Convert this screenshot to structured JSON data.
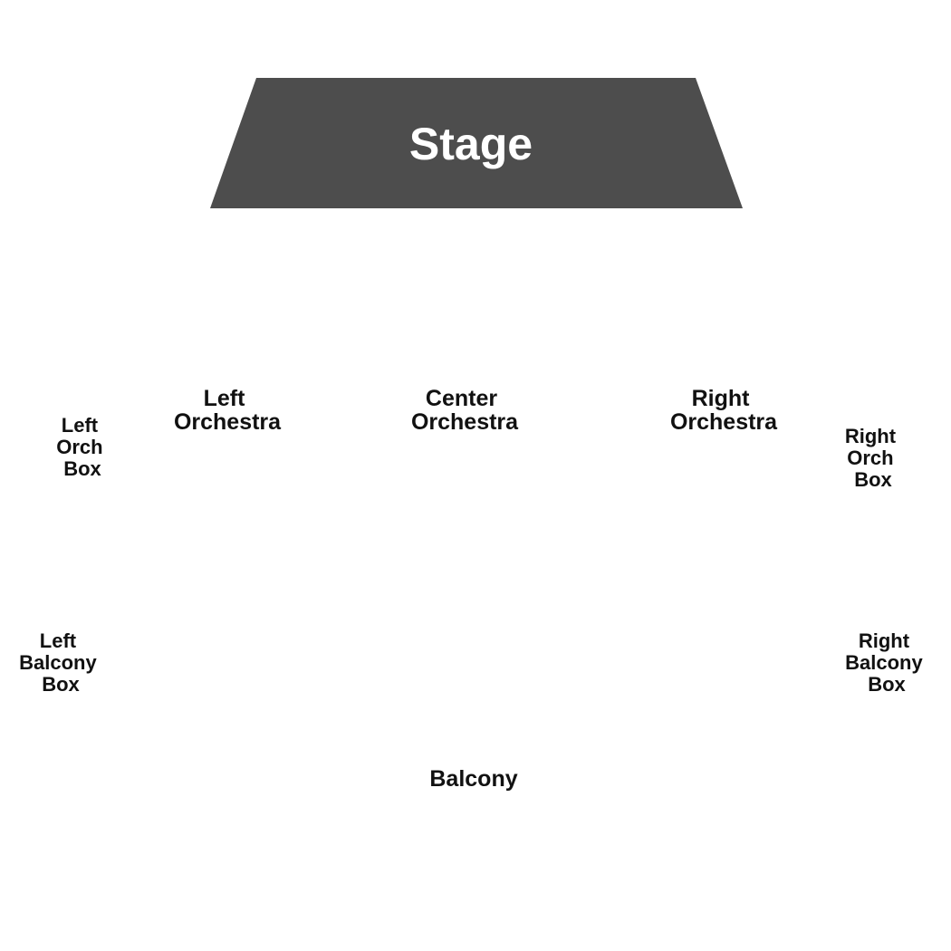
{
  "stage": {
    "label": "Stage",
    "color": "#4d4d4d",
    "text_color": "#ffffff"
  },
  "sections": {
    "left_orch_box": [
      "Left",
      "Orch",
      "Box"
    ],
    "left_orchestra": [
      "Left",
      "Orchestra"
    ],
    "center_orchestra": [
      "Center",
      "Orchestra"
    ],
    "right_orchestra": [
      "Right",
      "Orchestra"
    ],
    "right_orch_box": [
      "Right",
      "Orch",
      "Box"
    ],
    "left_balcony_box": [
      "Left",
      "Balcony",
      "Box"
    ],
    "right_balcony_box": [
      "Right",
      "Balcony",
      "Box"
    ],
    "balcony": [
      "Balcony"
    ]
  }
}
